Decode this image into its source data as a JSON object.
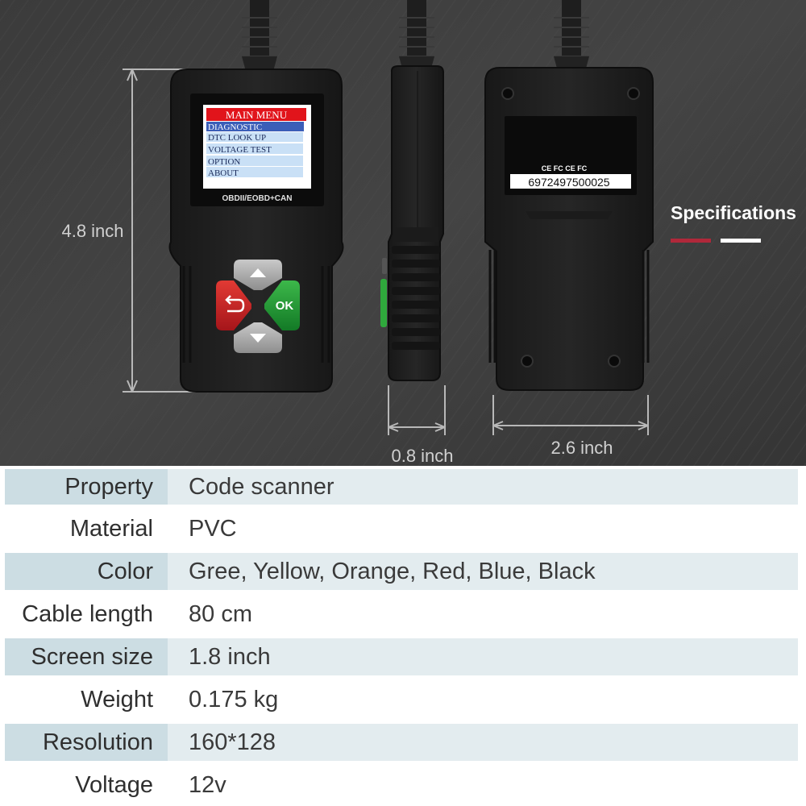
{
  "hero": {
    "heading": "Specifications",
    "accent_colors": {
      "red": "#b0283a",
      "white": "#ffffff"
    },
    "screen": {
      "menu_title": "MAIN MENU",
      "menu_items": [
        "DIAGNOSTIC",
        "DTC LOOK UP",
        "VOLTAGE TEST",
        "OPTION",
        "ABOUT"
      ],
      "brand_line": "OBDII/EOBD+CAN"
    },
    "buttons": {
      "ok_label": "OK",
      "back_icon": "return-arrow-icon",
      "up_icon": "up-arrow-icon",
      "down_icon": "down-arrow-icon"
    },
    "back_label": {
      "marks": "CE FC   CE FC",
      "barcode": "6972497500025"
    },
    "dimensions": {
      "height": "4.8 inch",
      "depth": "0.8 inch",
      "width": "2.6 inch"
    }
  },
  "specs": {
    "rows": [
      {
        "property": "Property",
        "value": "Code scanner"
      },
      {
        "property": "Material",
        "value": "PVC"
      },
      {
        "property": "Color",
        "value": "Gree, Yellow, Orange, Red, Blue, Black"
      },
      {
        "property": "Cable length",
        "value": "80 cm"
      },
      {
        "property": "Screen size",
        "value": "1.8 inch"
      },
      {
        "property": "Weight",
        "value": "0.175 kg"
      },
      {
        "property": "Resolution",
        "value": "160*128"
      },
      {
        "property": "Voltage",
        "value": "12v"
      }
    ]
  }
}
